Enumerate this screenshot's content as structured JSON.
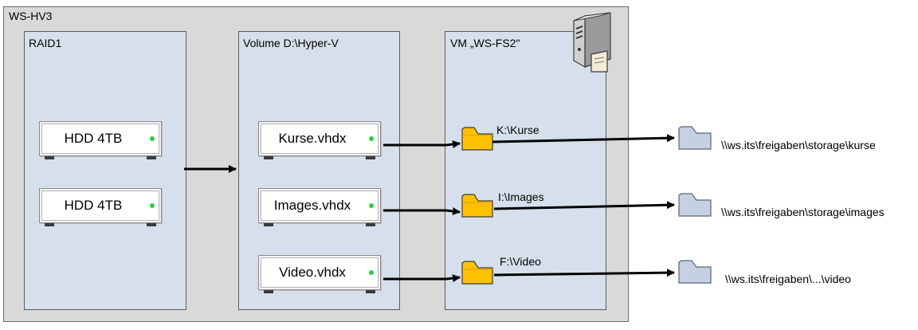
{
  "host": {
    "title": "WS-HV3"
  },
  "raid": {
    "title": "RAID1",
    "disks": [
      "HDD 4TB",
      "HDD 4TB"
    ]
  },
  "volume": {
    "title": "Volume D:\\Hyper-V",
    "files": [
      "Kurse.vhdx",
      "Images.vhdx",
      "Video.vhdx"
    ]
  },
  "vm": {
    "title": "VM „WS-FS2\"",
    "drives": [
      "K:\\Kurse",
      "I:\\Images",
      "F:\\Video"
    ]
  },
  "shares": [
    "\\\\ws.its\\freigaben\\storage\\kurse",
    "\\\\ws.its\\freigaben\\storage\\images",
    "\\\\ws.its\\freigaben\\...\\video"
  ],
  "colors": {
    "host_bg": "#d9d9d9",
    "panel_bg": "#d6e0ec",
    "local_folder": "#ffc000",
    "share_folder": "#c5d1e1",
    "led": "#2ecc40"
  },
  "icons": {
    "server": "server-icon",
    "local_folder": "folder-icon",
    "share_folder": "network-folder-icon"
  }
}
